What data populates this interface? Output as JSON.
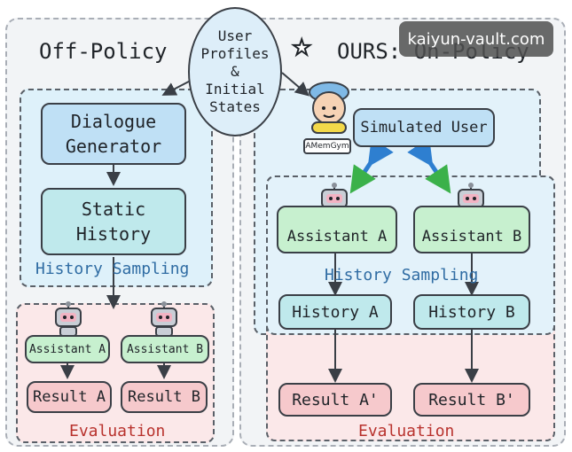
{
  "left": {
    "title": "Off-Policy",
    "dialogue_generator": "Dialogue\nGenerator",
    "static_history": "Static\nHistory",
    "history_sampling": "History Sampling",
    "assistant_a": "Assistant A",
    "assistant_b": "Assistant B",
    "result_a": "Result A",
    "result_b": "Result B",
    "evaluation": "Evaluation"
  },
  "center": {
    "user_profiles": "User\nProfiles\n&\nInitial\nStates"
  },
  "right": {
    "title": "OURS: On-Policy",
    "simulated_user": "Simulated User",
    "badge": "AMemGym",
    "history_sampling": "History Sampling",
    "assistant_a": "Assistant A",
    "assistant_b": "Assistant B",
    "history_a": "History A",
    "history_b": "History B",
    "result_a": "Result A'",
    "result_b": "Result B'",
    "evaluation": "Evaluation"
  },
  "watermark": "kaiyun-vault.com",
  "icons": [
    "robot-icon",
    "star-icon",
    "user-avatar-icon",
    "double-arrow-icon"
  ]
}
